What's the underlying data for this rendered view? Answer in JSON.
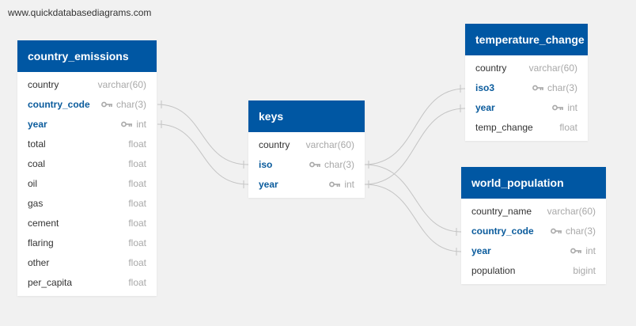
{
  "watermark": "www.quickdatabasediagrams.com",
  "colors": {
    "header": "#0057a3",
    "key_text": "#0a5b9c",
    "type_text": "#a8a8a8",
    "connector": "#c4c4c4",
    "background": "#f1f1f1"
  },
  "tables": {
    "country_emissions": {
      "title": "country_emissions",
      "columns": [
        {
          "name": "country",
          "type": "varchar(60)",
          "key": false
        },
        {
          "name": "country_code",
          "type": "char(3)",
          "key": true
        },
        {
          "name": "year",
          "type": "int",
          "key": true
        },
        {
          "name": "total",
          "type": "float",
          "key": false
        },
        {
          "name": "coal",
          "type": "float",
          "key": false
        },
        {
          "name": "oil",
          "type": "float",
          "key": false
        },
        {
          "name": "gas",
          "type": "float",
          "key": false
        },
        {
          "name": "cement",
          "type": "float",
          "key": false
        },
        {
          "name": "flaring",
          "type": "float",
          "key": false
        },
        {
          "name": "other",
          "type": "float",
          "key": false
        },
        {
          "name": "per_capita",
          "type": "float",
          "key": false
        }
      ]
    },
    "keys": {
      "title": "keys",
      "columns": [
        {
          "name": "country",
          "type": "varchar(60)",
          "key": false
        },
        {
          "name": "iso",
          "type": "char(3)",
          "key": true
        },
        {
          "name": "year",
          "type": "int",
          "key": true
        }
      ]
    },
    "temperature_change": {
      "title": "temperature_change",
      "columns": [
        {
          "name": "country",
          "type": "varchar(60)",
          "key": false
        },
        {
          "name": "iso3",
          "type": "char(3)",
          "key": true
        },
        {
          "name": "year",
          "type": "int",
          "key": true
        },
        {
          "name": "temp_change",
          "type": "float",
          "key": false
        }
      ]
    },
    "world_population": {
      "title": "world_population",
      "columns": [
        {
          "name": "country_name",
          "type": "varchar(60)",
          "key": false
        },
        {
          "name": "country_code",
          "type": "char(3)",
          "key": true
        },
        {
          "name": "year",
          "type": "int",
          "key": true
        },
        {
          "name": "population",
          "type": "bigint",
          "key": false
        }
      ]
    }
  }
}
